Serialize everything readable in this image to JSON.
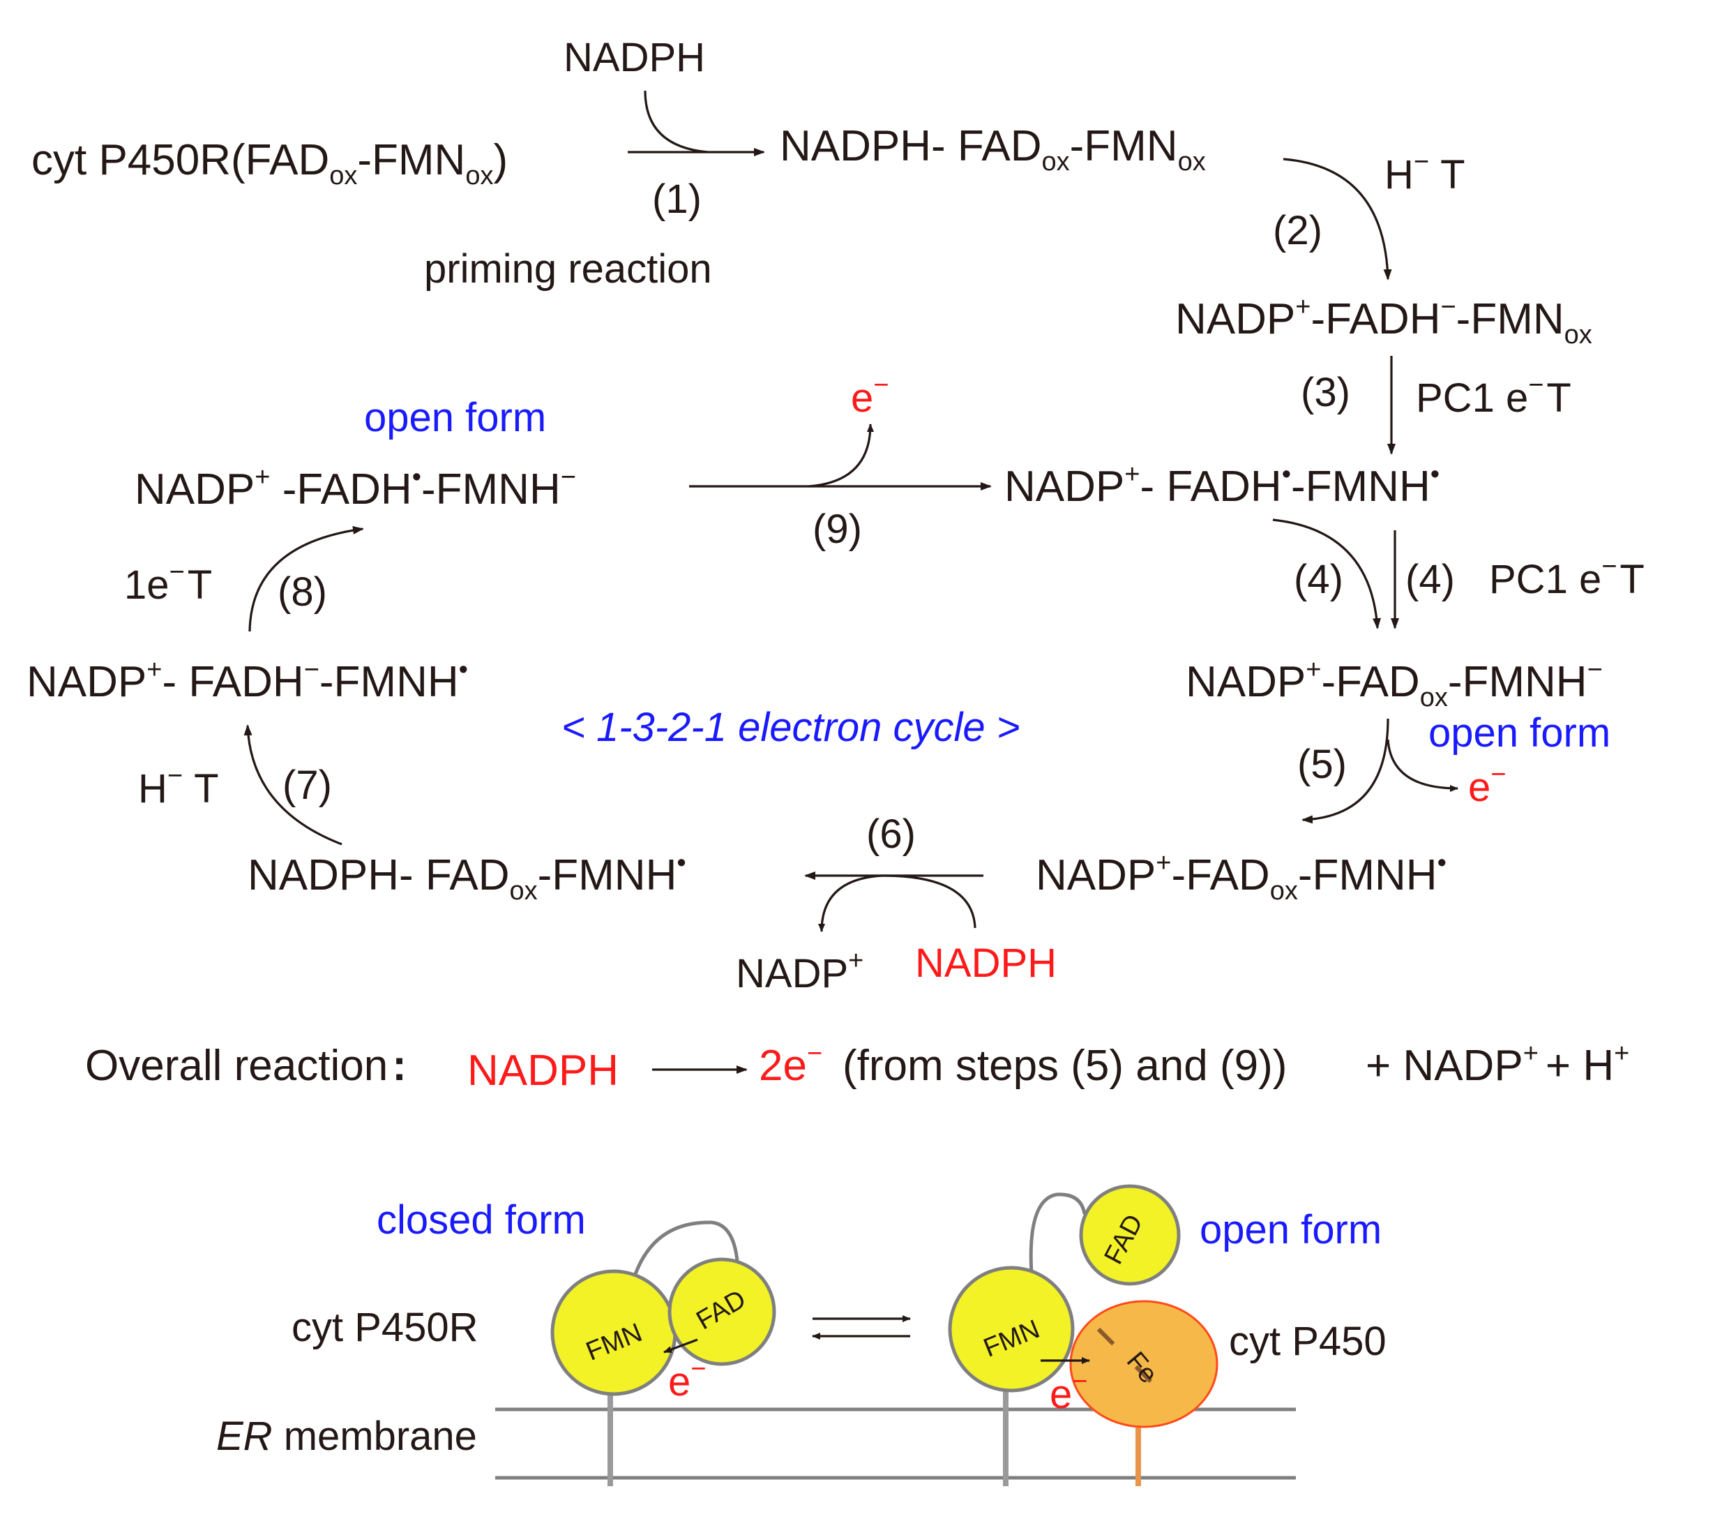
{
  "top": {
    "nadph_in": "NADPH",
    "start_pre": "cyt P450R(FAD",
    "start_sub1": "ox",
    "start_mid": "-FMN",
    "start_sub2": "ox",
    "start_end": ")",
    "step1": "(1)",
    "priming": "priming reaction",
    "s1_pre": "NADPH- FAD",
    "s1_sub1": "ox",
    "s1_mid": "-FMN",
    "s1_sub2": "ox",
    "step2": "(2)",
    "hT2": "H",
    "hT2_sup": "−",
    "hT2_T": "T"
  },
  "cycle": {
    "s2": "NADP",
    "s2_sup": "+",
    "s2_mid": "-FADH",
    "s2_sup2": "−",
    "s2_end": "-FMN",
    "s2_sub": "ox",
    "step3": "(3)",
    "pc3": "PC1 e",
    "pc3_sup": "−",
    "pc3_T": "T",
    "s3": "NADP",
    "s3_sup": "+",
    "s3_mid": "- FADH",
    "s3_dot": "•",
    "s3_end": "-FMNH",
    "s3_dot2": "•",
    "step4a": "(4)",
    "step4b": "(4)",
    "pc4": "PC1 e",
    "pc4_sup": "−",
    "pc4_T": "T",
    "s4": "NADP",
    "s4_sup": "+",
    "s4_mid": "-FAD",
    "s4_sub": "ox",
    "s4_end": "-FMNH",
    "s4_sup2": "−",
    "open5": "open form",
    "step5": "(5)",
    "e5": "e",
    "e5_sup": "−",
    "s5": "NADP",
    "s5_sup": "+",
    "s5_mid": "-FAD",
    "s5_sub": "ox",
    "s5_end": "-FMNH",
    "s5_dot": "•",
    "step6": "(6)",
    "nadp6": "NADP",
    "nadp6_sup": "+",
    "nadph6": "NADPH",
    "s6": "NADPH- FAD",
    "s6_sub": "ox",
    "s6_end": "-FMNH",
    "s6_dot": "•",
    "step7": "(7)",
    "hT7": "H",
    "hT7_sup": "−",
    "hT7_T": "T",
    "s7": "NADP",
    "s7_sup": "+",
    "s7_mid": "- FADH",
    "s7_sup2": "−",
    "s7_end": "-FMNH",
    "s7_dot": "•",
    "step8": "(8)",
    "e8": "1e",
    "e8_sup": "−",
    "e8_T": "T",
    "open8": "open form",
    "s8": "NADP",
    "s8_sup": "+",
    "s8_mid": " -FADH",
    "s8_dot": "•",
    "s8_end": "-FMNH",
    "s8_sup2": "−",
    "step9": "(9)",
    "e9": "e",
    "e9_sup": "−",
    "cycle_label": "< 1-3-2-1 electron cycle >"
  },
  "overall": {
    "label": "Overall reaction",
    "colon": ":",
    "nadph": "NADPH",
    "two_e": "2e",
    "two_e_sup": "−",
    "from_steps": "(from steps (5) and (9))",
    "plus_nadp": "+ NADP",
    "nadp_sup": "+",
    "plus_h": "+ H",
    "h_sup": "+"
  },
  "bottom": {
    "closed_form": "closed form",
    "open_form": "open form",
    "cyt_p450r": "cyt P450R",
    "cyt_p450": "cyt P450",
    "er": "ER",
    "membrane": " membrane",
    "fmn": "FMN",
    "fad": "FAD",
    "fe": "Fe",
    "e_left": "e",
    "e_left_sup": "−",
    "e_right": "e",
    "e_right_sup": "−",
    "colors": {
      "flavin_yellow": "#f2f227",
      "p450_orange": "#f7b84a",
      "outline_gray": "#7f7f7f",
      "label_blue": "#1a1aff",
      "label_red": "#ff1a1a"
    }
  }
}
